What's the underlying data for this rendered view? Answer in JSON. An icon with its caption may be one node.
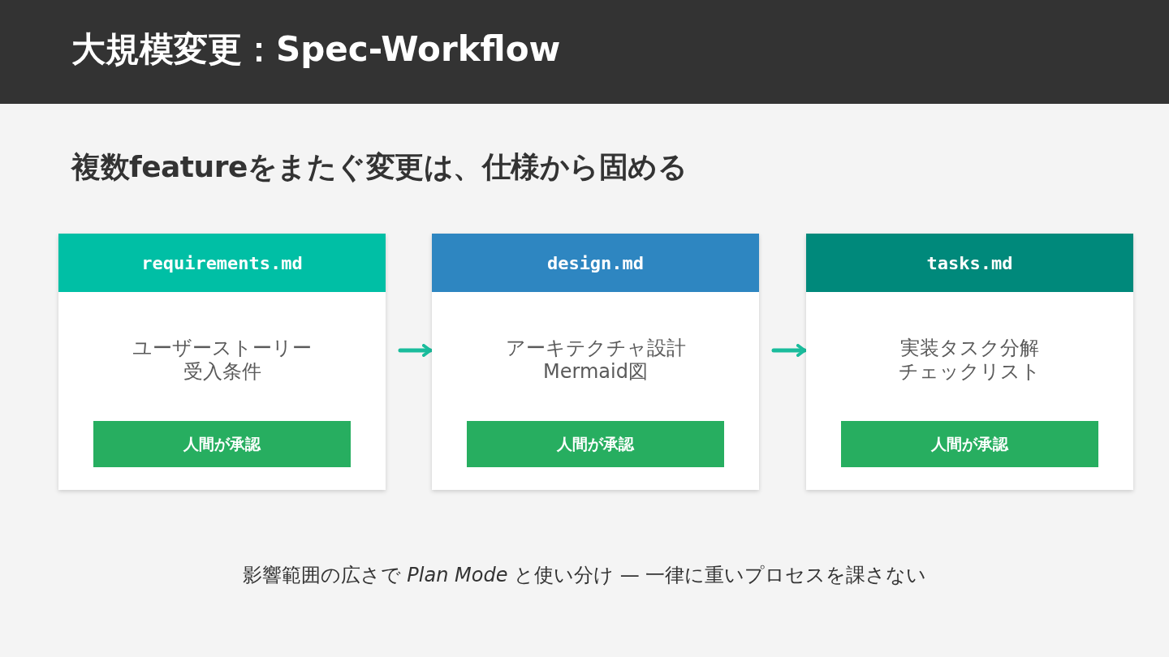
{
  "diagram": {
    "title": "大規模変更：Spec-Workflow",
    "nodes": [
      {
        "text": [
          "requirements.md",
          "ユーザーストーリー受入条件"
        ]
      },
      {
        "text": [
          "人間が承認"
        ],
        "in": 0
      },
      {
        "text": [
          "design.md",
          "アーキテクチャ設計Mermaid図"
        ]
      },
      {
        "text": [
          "人間が承認"
        ],
        "in": 2
      },
      {
        "text": [
          "tasks.md",
          "実装タスク分解チェックリスト"
        ]
      },
      {
        "text": [
          "人間が承認"
        ],
        "in": 4
      }
    ],
    "edges": [
      {
        "from": 0,
        "to": 2,
        "arrow": "to"
      },
      {
        "from": 2,
        "to": 4,
        "arrow": "to"
      }
    ],
    "labels": [
      "複数featureをまたぐ変更は、仕様から固める"
    ],
    "caption": "影響範囲の広さで *Plan Mode* と使い分け — 一律に重いプロセスを課さない"
  }
}
